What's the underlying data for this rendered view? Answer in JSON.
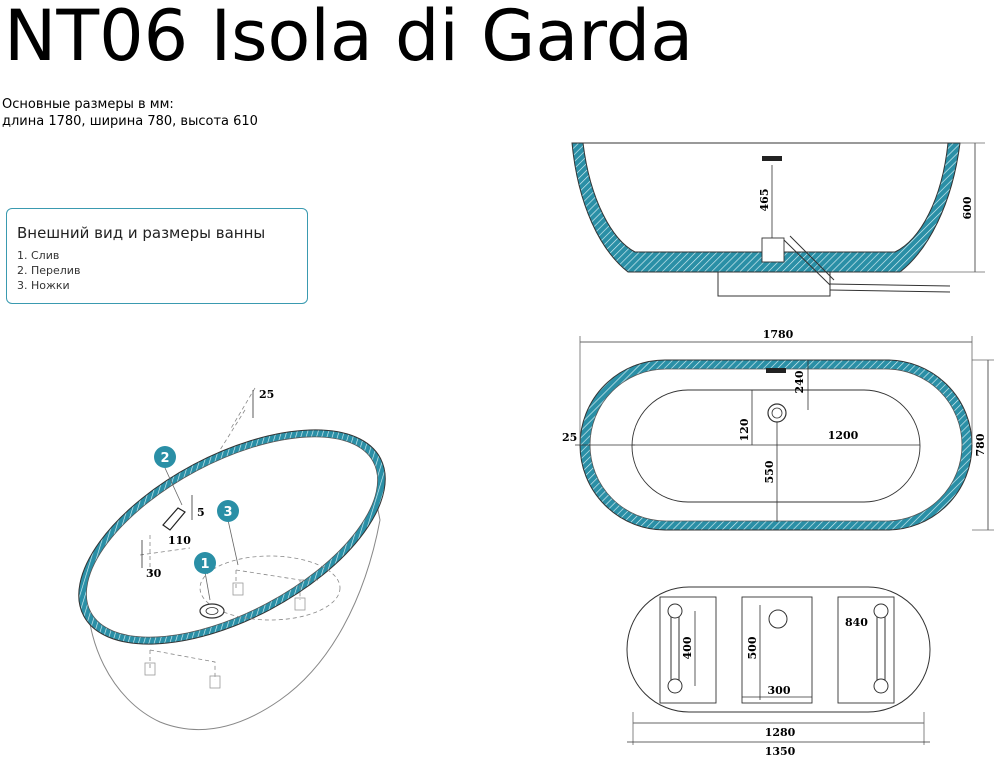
{
  "product": {
    "title": "NT06 Isola di Garda",
    "dims_line1": "Основные размеры в мм:",
    "dims_line2": "длина 1780, ширина 780, высота 610"
  },
  "legend": {
    "heading": "Внешний вид и размеры ванны",
    "items": [
      "1. Слив",
      "2. Перелив",
      "3. Ножки"
    ]
  },
  "badges": [
    "1",
    "2",
    "3"
  ],
  "iso_dims": {
    "d25": "25",
    "d5": "5",
    "d110": "110",
    "d30": "30"
  },
  "side_dims": {
    "d465": "465",
    "d600": "600"
  },
  "top_dims": {
    "d1780": "1780",
    "d240": "240",
    "d25": "25",
    "d120": "120",
    "d1200": "1200",
    "d780": "780",
    "d550": "550"
  },
  "bottom_dims": {
    "d840": "840",
    "d400": "400",
    "d500": "500",
    "d300": "300",
    "d1280": "1280",
    "d1350": "1350"
  },
  "colors": {
    "accent": "#2a8fa6",
    "border": "#3a9ab0"
  }
}
